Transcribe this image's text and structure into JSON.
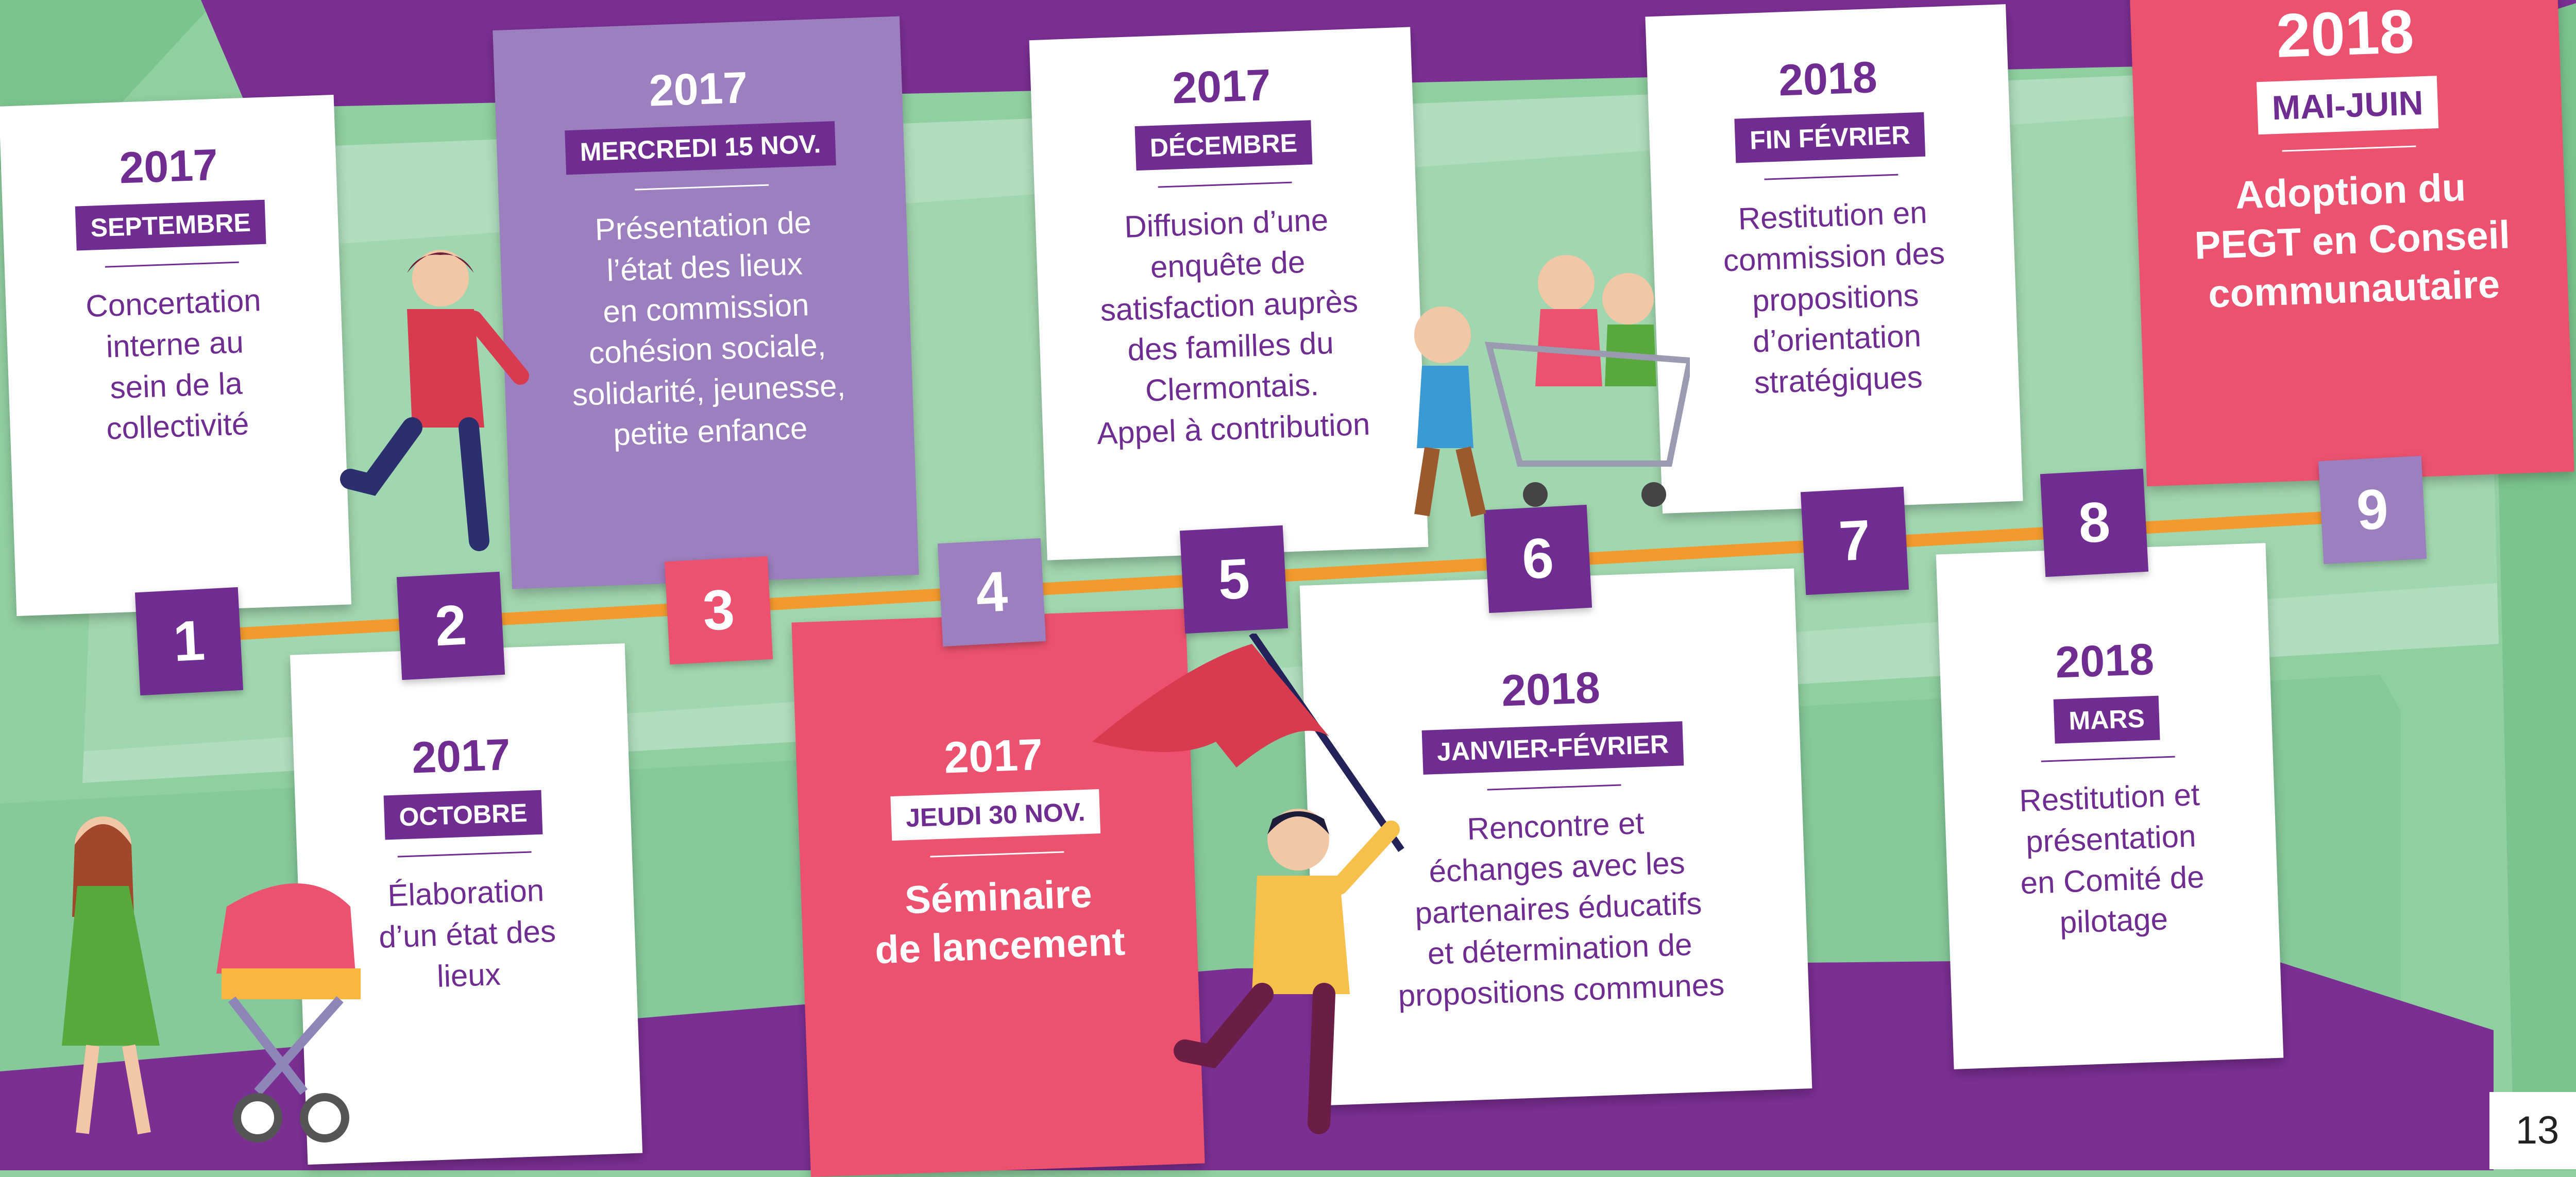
{
  "page_number": "13",
  "colors": {
    "purple": "#6f2c91",
    "pink": "#ec5270",
    "lilac": "#9b7fbe",
    "orange": "#f29a2e",
    "green": "#8fcfa0"
  },
  "steps": [
    {
      "number": "1",
      "year": "2017",
      "date": "SEPTEMBRE",
      "text": "Concertation\ninterne au\nsein de la\ncollectivité"
    },
    {
      "number": "2",
      "year": "2017",
      "date": "OCTOBRE",
      "text": "Élaboration\nd’un état des\nlieux"
    },
    {
      "number": "3",
      "year": "2017",
      "date": "MERCREDI 15 NOV.",
      "text": "Présentation de\nl’état des lieux\nen commission\ncohésion sociale,\nsolidarité, jeunesse,\npetite enfance"
    },
    {
      "number": "4",
      "year": "2017",
      "date": "JEUDI 30 NOV.",
      "text": "Séminaire\nde lancement"
    },
    {
      "number": "5",
      "year": "2017",
      "date": "DÉCEMBRE",
      "text": "Diffusion d’une\nenquête de\nsatisfaction auprès\ndes familles du\nClermontais.\nAppel à contribution"
    },
    {
      "number": "6",
      "year": "2018",
      "date": "JANVIER-FÉVRIER",
      "text": "Rencontre et\néchanges avec les\npartenaires éducatifs\net détermination de\npropositions communes"
    },
    {
      "number": "7",
      "year": "2018",
      "date": "FIN FÉVRIER",
      "text": "Restitution en\ncommission des\npropositions\nd’orientation\nstratégiques"
    },
    {
      "number": "8",
      "year": "2018",
      "date": "MARS",
      "text": "Restitution et\nprésentation\nen Comité de\npilotage"
    },
    {
      "number": "9",
      "year": "2018",
      "date": "MAI-JUIN",
      "text": "Adoption du\nPEGT en Conseil\ncommunautaire"
    }
  ]
}
